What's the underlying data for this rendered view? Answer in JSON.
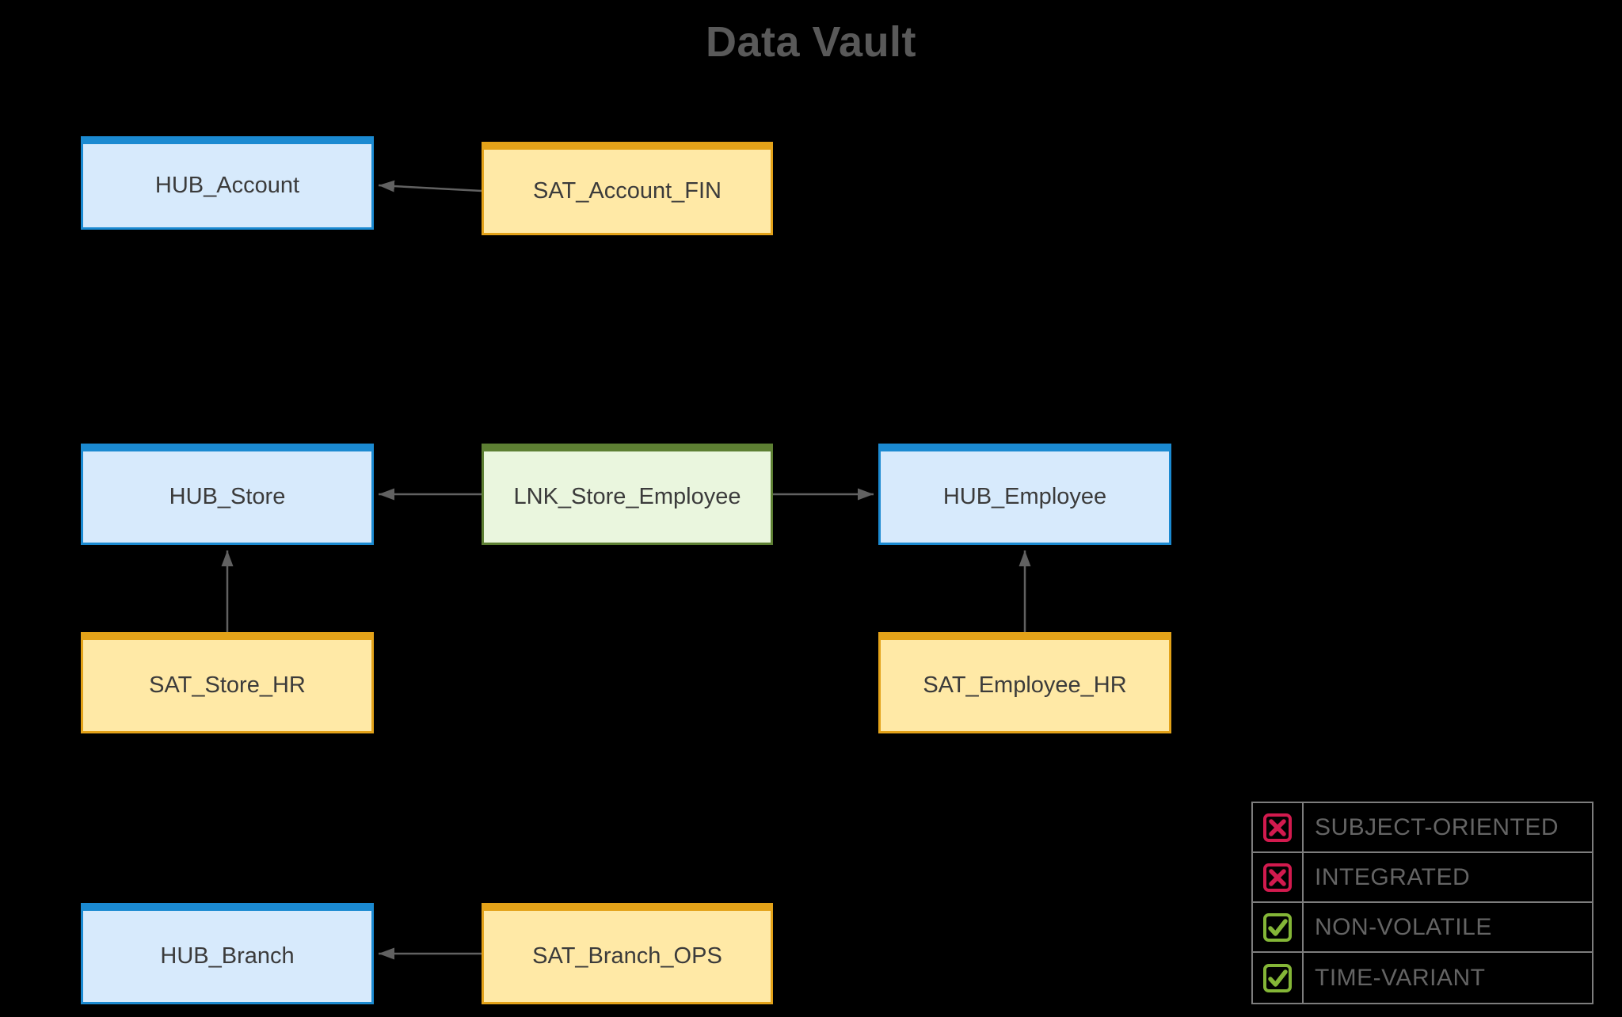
{
  "title": "Data Vault",
  "nodes": {
    "hub_account": {
      "label": "HUB_Account",
      "type": "hub"
    },
    "sat_account_fin": {
      "label": "SAT_Account_FIN",
      "type": "sat"
    },
    "hub_store": {
      "label": "HUB_Store",
      "type": "hub"
    },
    "lnk_store_employee": {
      "label": "LNK_Store_Employee",
      "type": "lnk"
    },
    "hub_employee": {
      "label": "HUB_Employee",
      "type": "hub"
    },
    "sat_store_hr": {
      "label": "SAT_Store_HR",
      "type": "sat"
    },
    "sat_employee_hr": {
      "label": "SAT_Employee_HR",
      "type": "sat"
    },
    "hub_branch": {
      "label": "HUB_Branch",
      "type": "hub"
    },
    "sat_branch_ops": {
      "label": "SAT_Branch_OPS",
      "type": "sat"
    }
  },
  "edges": [
    {
      "from": "sat_account_fin",
      "to": "hub_account"
    },
    {
      "from": "lnk_store_employee",
      "to": "hub_store"
    },
    {
      "from": "lnk_store_employee",
      "to": "hub_employee"
    },
    {
      "from": "sat_store_hr",
      "to": "hub_store"
    },
    {
      "from": "sat_employee_hr",
      "to": "hub_employee"
    },
    {
      "from": "sat_branch_ops",
      "to": "hub_branch"
    }
  ],
  "legend": {
    "items": [
      {
        "label": "SUBJECT-ORIENTED",
        "state": "crossed"
      },
      {
        "label": "INTEGRATED",
        "state": "crossed"
      },
      {
        "label": "NON-VOLATILE",
        "state": "checked"
      },
      {
        "label": "TIME-VARIANT",
        "state": "checked"
      }
    ]
  },
  "colors": {
    "canvas_bg": "#000000",
    "title_text": "#595959",
    "hub_fill": "#d7eafc",
    "hub_border": "#1b8ad1",
    "sat_fill": "#ffe9a6",
    "sat_border": "#e3a219",
    "lnk_fill": "#eaf6de",
    "lnk_border": "#5d7f33",
    "node_text": "#3b3b3b",
    "arrow": "#616161",
    "legend_border": "#7d7d7d",
    "legend_text": "#646464",
    "x_red": "#d21a4e",
    "check_green": "#84b637"
  }
}
